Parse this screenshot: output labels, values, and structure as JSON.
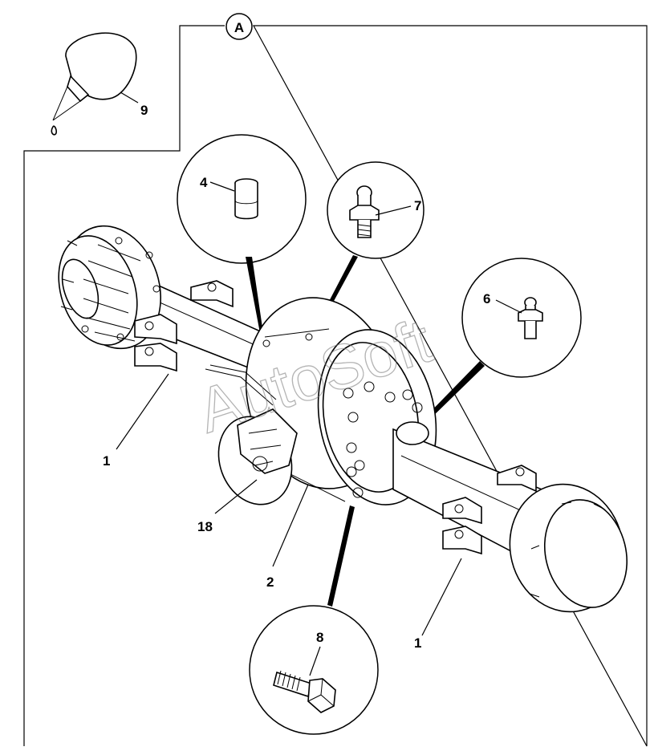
{
  "section_marker": "A",
  "watermark": "AutoSoft",
  "labels": {
    "adhesive": "9",
    "plug": "4",
    "grease_nipple_top": "7",
    "grease_nipple_side": "6",
    "axle_mount_left": "1",
    "axle_mount_right": "1",
    "brake_assembly": "18",
    "axle_housing": "2",
    "bolt": "8"
  },
  "icons": [
    "adhesive-bottle-icon",
    "plug-icon",
    "grease-nipple-icon",
    "bolt-icon"
  ],
  "colors": {
    "line": "#000000",
    "background": "#ffffff",
    "watermark": "#777777"
  }
}
